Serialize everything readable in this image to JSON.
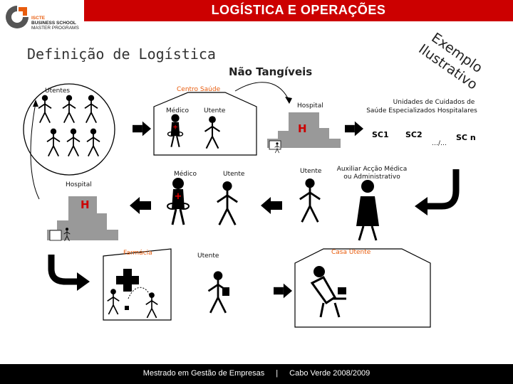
{
  "header": {
    "title": "LOGÍSTICA E OPERAÇÕES"
  },
  "logo": {
    "line1": "ISCTE",
    "line2": "BUSINESS SCHOOL",
    "line3": "MASTER PROGRAMS"
  },
  "slide": {
    "title": "Definição de Logística",
    "subtitle": "Não Tangíveis"
  },
  "stamp": {
    "word1": "Exemplo",
    "word2": "Ilustrativo"
  },
  "labels": {
    "utentes": "Utentes",
    "centro_saude": "Centro Saúde",
    "medico_1": "Médico",
    "utente_1": "Utente",
    "hospital_1": "Hospital",
    "h_1": "H",
    "unidades_1": "Unidades de Cuidados de",
    "unidades_2": "Saúde Especializados Hospitalares",
    "sc1": "SC1",
    "sc2": "SC2",
    "sc_dots": "…/…",
    "scn": "SC n",
    "medico_2": "Médico",
    "utente_2": "Utente",
    "utente_3": "Utente",
    "auxiliar_1": "Auxiliar Acção Médica",
    "auxiliar_2": "ou Administrativo",
    "hospital_2": "Hospital",
    "h_2": "H",
    "farmacia": "Farmácia",
    "utente_4": "Utente",
    "casa_utente": "Casa Utente"
  },
  "footer": {
    "left": "Mestrado em Gestão de Empresas",
    "divider": "|",
    "right": "Cabo Verde 2008/2009"
  },
  "colors": {
    "header_bg": "#cc0000",
    "accent": "#e85c0d",
    "footer_bg": "#000000"
  }
}
